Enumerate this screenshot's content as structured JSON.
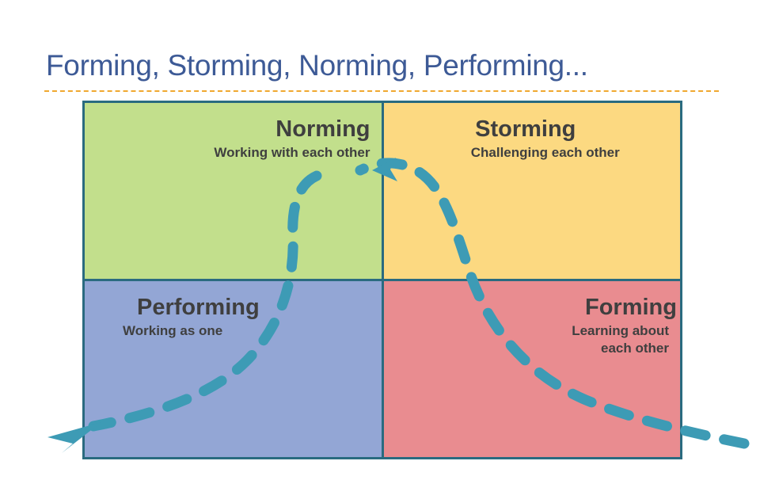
{
  "title": "Forming, Storming, Norming, Performing...",
  "colors": {
    "title_text": "#3d5a96",
    "title_rule": "#f0a830",
    "border": "#2a6b80",
    "arrow": "#3d9bb5",
    "quadrant_text": "#3f3f3f",
    "norming_bg": "#c2df8c",
    "storming_bg": "#fcd981",
    "performing_bg": "#93a6d5",
    "forming_bg": "#e98c90"
  },
  "matrix": {
    "quadrants": [
      {
        "key": "norming",
        "title": "Norming",
        "subtitle": "Working with each other"
      },
      {
        "key": "storming",
        "title": "Storming",
        "subtitle": "Challenging each other"
      },
      {
        "key": "performing",
        "title": "Performing",
        "subtitle": "Working as one"
      },
      {
        "key": "forming",
        "title": "Forming",
        "subtitle": "Learning about\neach other"
      }
    ]
  },
  "arrow": {
    "label": "team-development-flow-arrow",
    "style": "dashed",
    "direction": "Forming to Storming to Norming to Performing",
    "heads": 2
  }
}
